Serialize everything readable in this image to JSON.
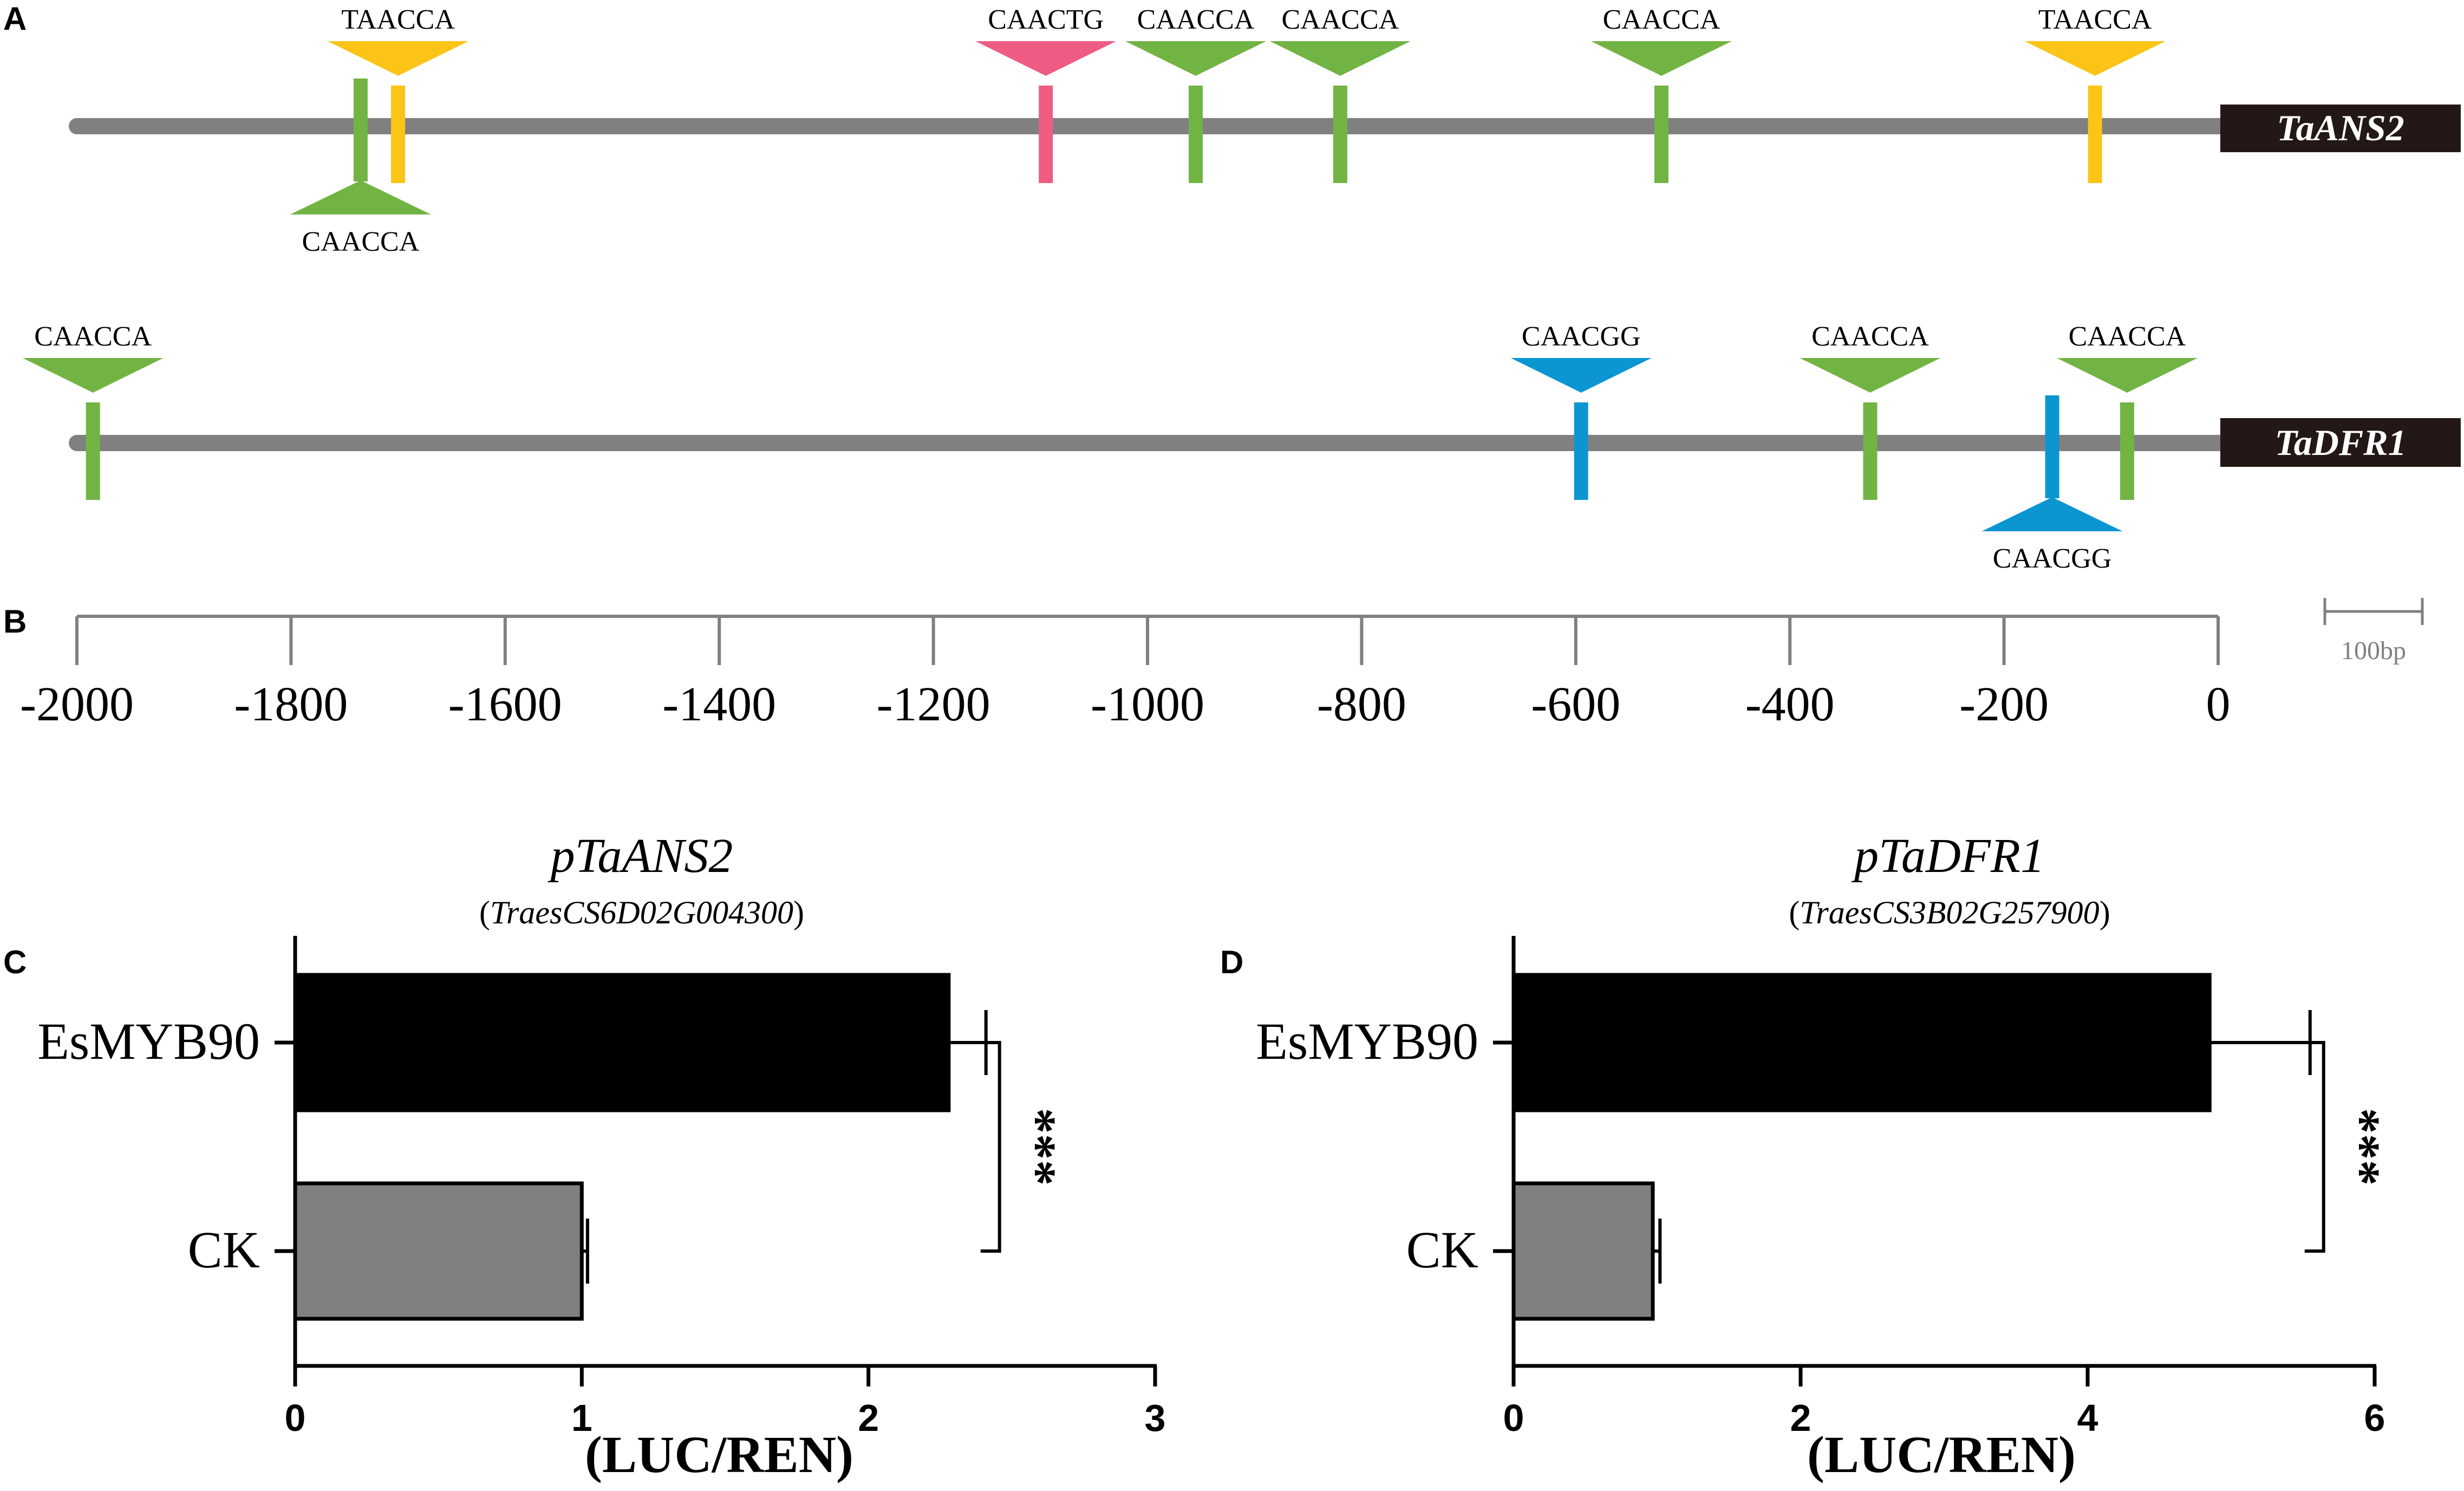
{
  "panels": {
    "a": "A",
    "b": "B",
    "c": "C",
    "d": "D"
  },
  "colors": {
    "CAACCA": "#72b443",
    "TAACCA": "#fbc416",
    "CAACTG": "#ee5c84",
    "CAACGG": "#0b96d2",
    "promoter_line": "#808080",
    "gene_box": "#231815",
    "ck_bar": "#808080",
    "myb_bar": "#000000"
  },
  "promoter_map": {
    "genes": [
      {
        "name": "TaANS2",
        "sites": [
          {
            "motif": "TAACCA",
            "pos": -1700,
            "side": "above"
          },
          {
            "motif": "CAACCA",
            "pos": -1735,
            "side": "below"
          },
          {
            "motif": "CAACTG",
            "pos": -1095,
            "side": "above"
          },
          {
            "motif": "CAACCA",
            "pos": -955,
            "side": "above"
          },
          {
            "motif": "CAACCA",
            "pos": -820,
            "side": "above"
          },
          {
            "motif": "CAACCA",
            "pos": -520,
            "side": "above"
          },
          {
            "motif": "TAACCA",
            "pos": -115,
            "side": "above"
          }
        ]
      },
      {
        "name": "TaDFR1",
        "sites": [
          {
            "motif": "CAACCA",
            "pos": -1985,
            "side": "above"
          },
          {
            "motif": "CAACGG",
            "pos": -595,
            "side": "above"
          },
          {
            "motif": "CAACCA",
            "pos": -325,
            "side": "above"
          },
          {
            "motif": "CAACGG",
            "pos": -155,
            "side": "below"
          },
          {
            "motif": "CAACCA",
            "pos": -85,
            "side": "above"
          }
        ]
      }
    ]
  },
  "ruler": {
    "ticks": [
      -2000,
      -1800,
      -1600,
      -1400,
      -1200,
      -1000,
      -800,
      -600,
      -400,
      -200,
      0
    ],
    "scale_label": "100bp"
  },
  "chart_data": [
    {
      "type": "bar",
      "orientation": "horizontal",
      "title": "pTaANS2",
      "subtitle": "TraesCS6D02G004300",
      "categories": [
        "EsMYB90",
        "CK"
      ],
      "values": [
        2.28,
        1.0
      ],
      "errors": [
        0.13,
        0.02
      ],
      "xlabel": "(LUC/REN)",
      "xlim": [
        0,
        3
      ],
      "xticks": [
        0,
        1,
        2,
        3
      ],
      "significance": "***"
    },
    {
      "type": "bar",
      "orientation": "horizontal",
      "title": "pTaDFR1",
      "subtitle": "TraesCS3B02G257900",
      "categories": [
        "EsMYB90",
        "CK"
      ],
      "values": [
        4.85,
        0.97
      ],
      "errors": [
        0.7,
        0.05
      ],
      "xlabel": "(LUC/REN)",
      "xlim": [
        0,
        6
      ],
      "xticks": [
        0,
        2,
        4,
        6
      ],
      "significance": "***"
    }
  ]
}
